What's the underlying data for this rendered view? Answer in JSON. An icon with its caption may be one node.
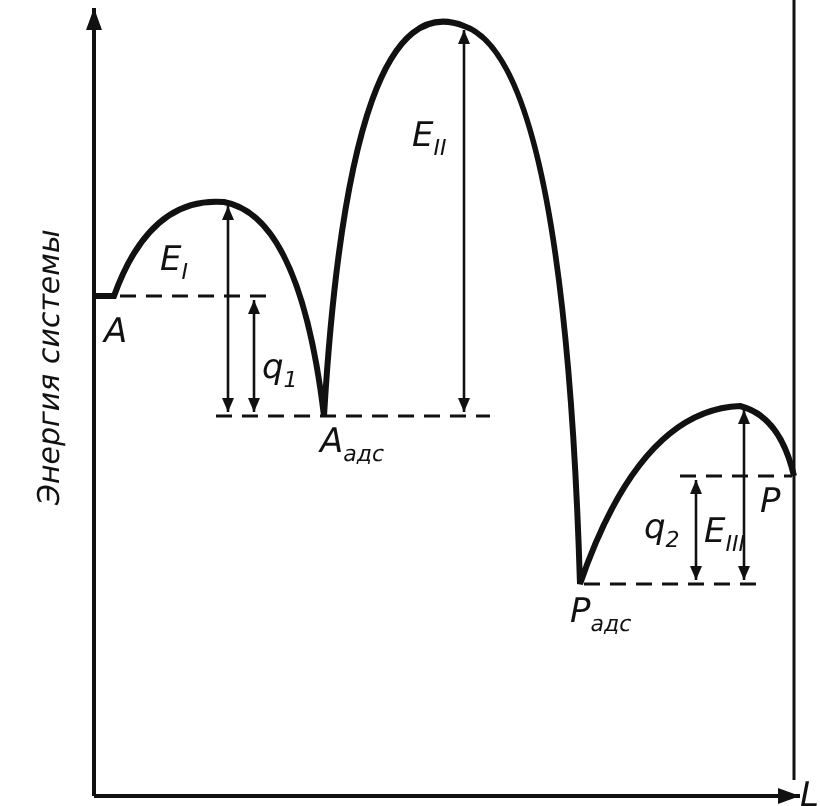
{
  "diagram": {
    "labels": [
      "E$_{II}$",
      "E$_{I}$",
      "A",
      "q$_{1}$",
      "A$_{адс}$",
      "Энергия системы",
      "q$_{2}$",
      "E$_{III}$",
      "P",
      "P$_{адс}$",
      "L"
    ]
  }
}
